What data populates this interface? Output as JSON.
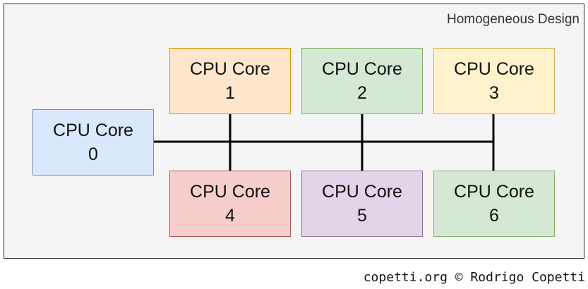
{
  "diagram": {
    "title": "Homogeneous Design",
    "credit": "copetti.org © Rodrigo Copetti",
    "cores": [
      {
        "label": "CPU Core",
        "number": "0",
        "fill": "#dae8fc",
        "stroke": "#6c8ebf"
      },
      {
        "label": "CPU Core",
        "number": "1",
        "fill": "#ffe6cc",
        "stroke": "#d79b00"
      },
      {
        "label": "CPU Core",
        "number": "2",
        "fill": "#d5e8d4",
        "stroke": "#82b366"
      },
      {
        "label": "CPU Core",
        "number": "3",
        "fill": "#fff2cc",
        "stroke": "#d6b656"
      },
      {
        "label": "CPU Core",
        "number": "4",
        "fill": "#f8cecc",
        "stroke": "#b85450"
      },
      {
        "label": "CPU Core",
        "number": "5",
        "fill": "#e1d5e7",
        "stroke": "#9673a6"
      },
      {
        "label": "CPU Core",
        "number": "6",
        "fill": "#d5e8d4",
        "stroke": "#82b366"
      }
    ]
  }
}
